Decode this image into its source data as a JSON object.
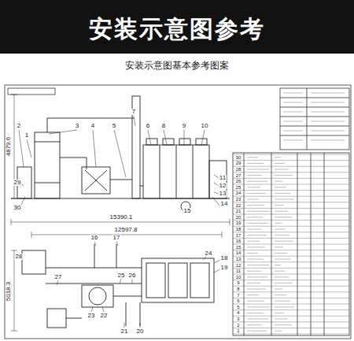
{
  "diagram": {
    "title": "安装示意图参考",
    "caption": "安装示意图基本参考图案",
    "labels": [
      "1",
      "2",
      "3",
      "4",
      "5",
      "6",
      "7",
      "8",
      "9",
      "10",
      "11",
      "12",
      "13",
      "14",
      "15",
      "16",
      "17",
      "18",
      "19",
      "20",
      "21",
      "22",
      "23",
      "24",
      "25",
      "26",
      "27",
      "28",
      "29",
      "30",
      "15390.1",
      "12597.8",
      "4879.6",
      "5018.3",
      "30",
      "29",
      "28",
      "27",
      "26",
      "25",
      "24",
      "23",
      "22",
      "21",
      "20",
      "19",
      "18",
      "17",
      "16",
      "15",
      "14",
      "13",
      "12",
      "11",
      "10",
      "9",
      "8",
      "7",
      "6",
      "5",
      "4",
      "3",
      "2",
      "1"
    ]
  }
}
